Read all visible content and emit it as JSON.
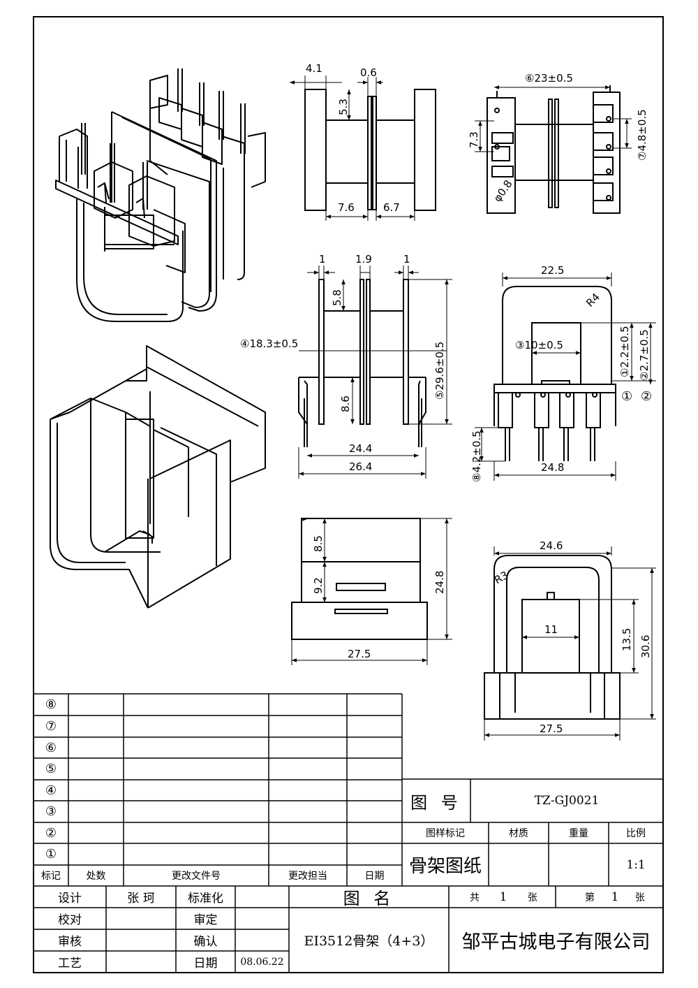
{
  "dimensions": {
    "top_side": {
      "d1": "4.1",
      "d2": "0.6",
      "d3": "5.3",
      "d4": "7.6",
      "d5": "6.7"
    },
    "top_front": {
      "d1": "⑥23±0.5",
      "d2": "7.3",
      "d3": "⑦4.8±0.5",
      "d4": "φ0.8"
    },
    "mid_side": {
      "d1": "1",
      "d2": "1.9",
      "d3": "1",
      "d4": "5.8",
      "d5": "④18.3±0.5",
      "d6": "⑤29.6±0.5",
      "d7": "8.6",
      "d8": "24.4",
      "d9": "26.4"
    },
    "mid_front": {
      "d1": "22.5",
      "d2": "R4",
      "d3": "③10±0.5",
      "d4": "①2.2±0.5",
      "d5": "②2.7±0.5",
      "d6": "①",
      "d7": "②",
      "d8": "⑧4.2±0.5",
      "d9": "24.8"
    },
    "lower_side": {
      "d1": "8.5",
      "d2": "9.2",
      "d3": "24.8",
      "d4": "27.5"
    },
    "lower_front": {
      "d1": "24.6",
      "d2": "R3",
      "d3": "11",
      "d4": "13.5",
      "d5": "30.6",
      "d6": "27.5"
    }
  },
  "revision_table": {
    "row_labels": [
      "⑧",
      "⑦",
      "⑥",
      "⑤",
      "④",
      "③",
      "②",
      "①"
    ],
    "headers": {
      "mark": "标记",
      "count": "处数",
      "doc": "更改文件号",
      "sign": "更改担当",
      "date": "日期"
    }
  },
  "title_block": {
    "drawing_no_label": "图 号",
    "drawing_no": "TZ-GJ0021",
    "sample_mark": "图样标记",
    "material": "材质",
    "weight": "重量",
    "scale_label": "比例",
    "drawing_type": "骨架图纸",
    "scale": "1:1",
    "design_label": "设计",
    "designer": "张 珂",
    "standard_label": "标准化",
    "check_label": "校对",
    "review_label": "审定",
    "audit_label": "审核",
    "confirm_label": "确认",
    "process_label": "工艺",
    "date_label": "日期",
    "date": "08.06.22",
    "name_label": "图 名",
    "name": "EI3512骨架（4+3）",
    "total_prefix": "共",
    "total_value": "1",
    "total_unit": "张",
    "sheet_prefix": "第",
    "sheet_value": "1",
    "sheet_unit": "张",
    "company": "邹平古城电子有限公司"
  }
}
